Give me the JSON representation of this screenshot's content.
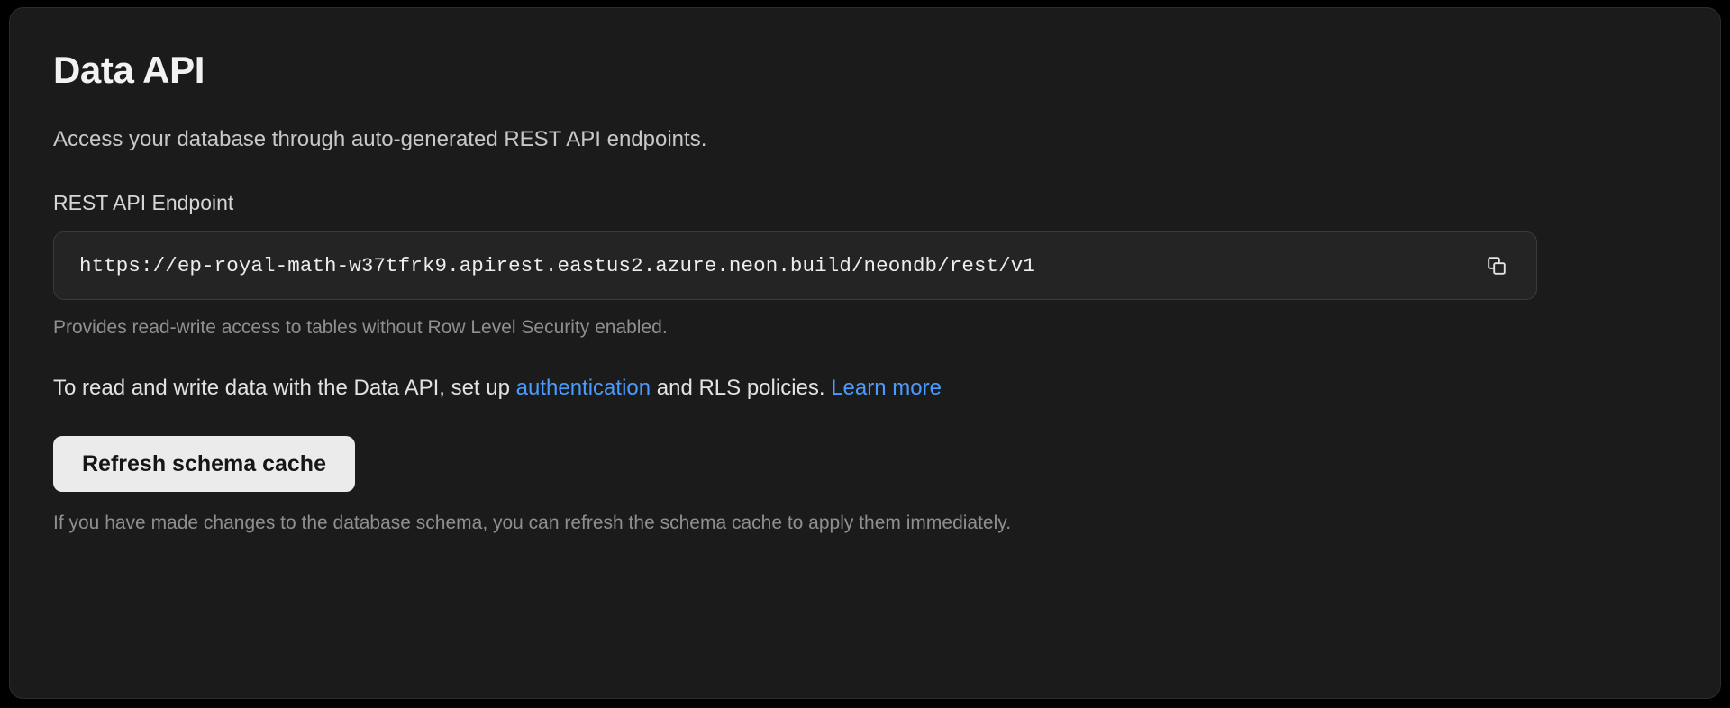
{
  "card": {
    "title": "Data API",
    "subtitle": "Access your database through auto-generated REST API endpoints.",
    "endpoint_field": {
      "label": "REST API Endpoint",
      "value": "https://ep-royal-math-w37tfrk9.apirest.eastus2.azure.neon.build/neondb/rest/v1",
      "placeholder": "https://",
      "copy_icon": "copy-icon",
      "help": "Provides read-write access to tables without Row Level Security enabled."
    },
    "info": {
      "lead": "To read and write data with the Data API, set up ",
      "link_auth": "authentication",
      "middle": " and RLS policies. ",
      "link_learn": "Learn more"
    },
    "refresh": {
      "label": "Refresh schema cache",
      "help": "If you have made changes to the database schema, you can refresh the schema cache to apply them immediately."
    }
  },
  "colors": {
    "page_background": "#000000",
    "card_background": "#1b1b1b",
    "card_border": "#2d2d2d",
    "input_background": "#242424",
    "input_border": "#3a3a3a",
    "link": "#4a9bff",
    "button_background": "#ebebeb",
    "button_text": "#161616",
    "muted_text": "#8f8f8f",
    "primary_text": "#f2f2f2"
  }
}
